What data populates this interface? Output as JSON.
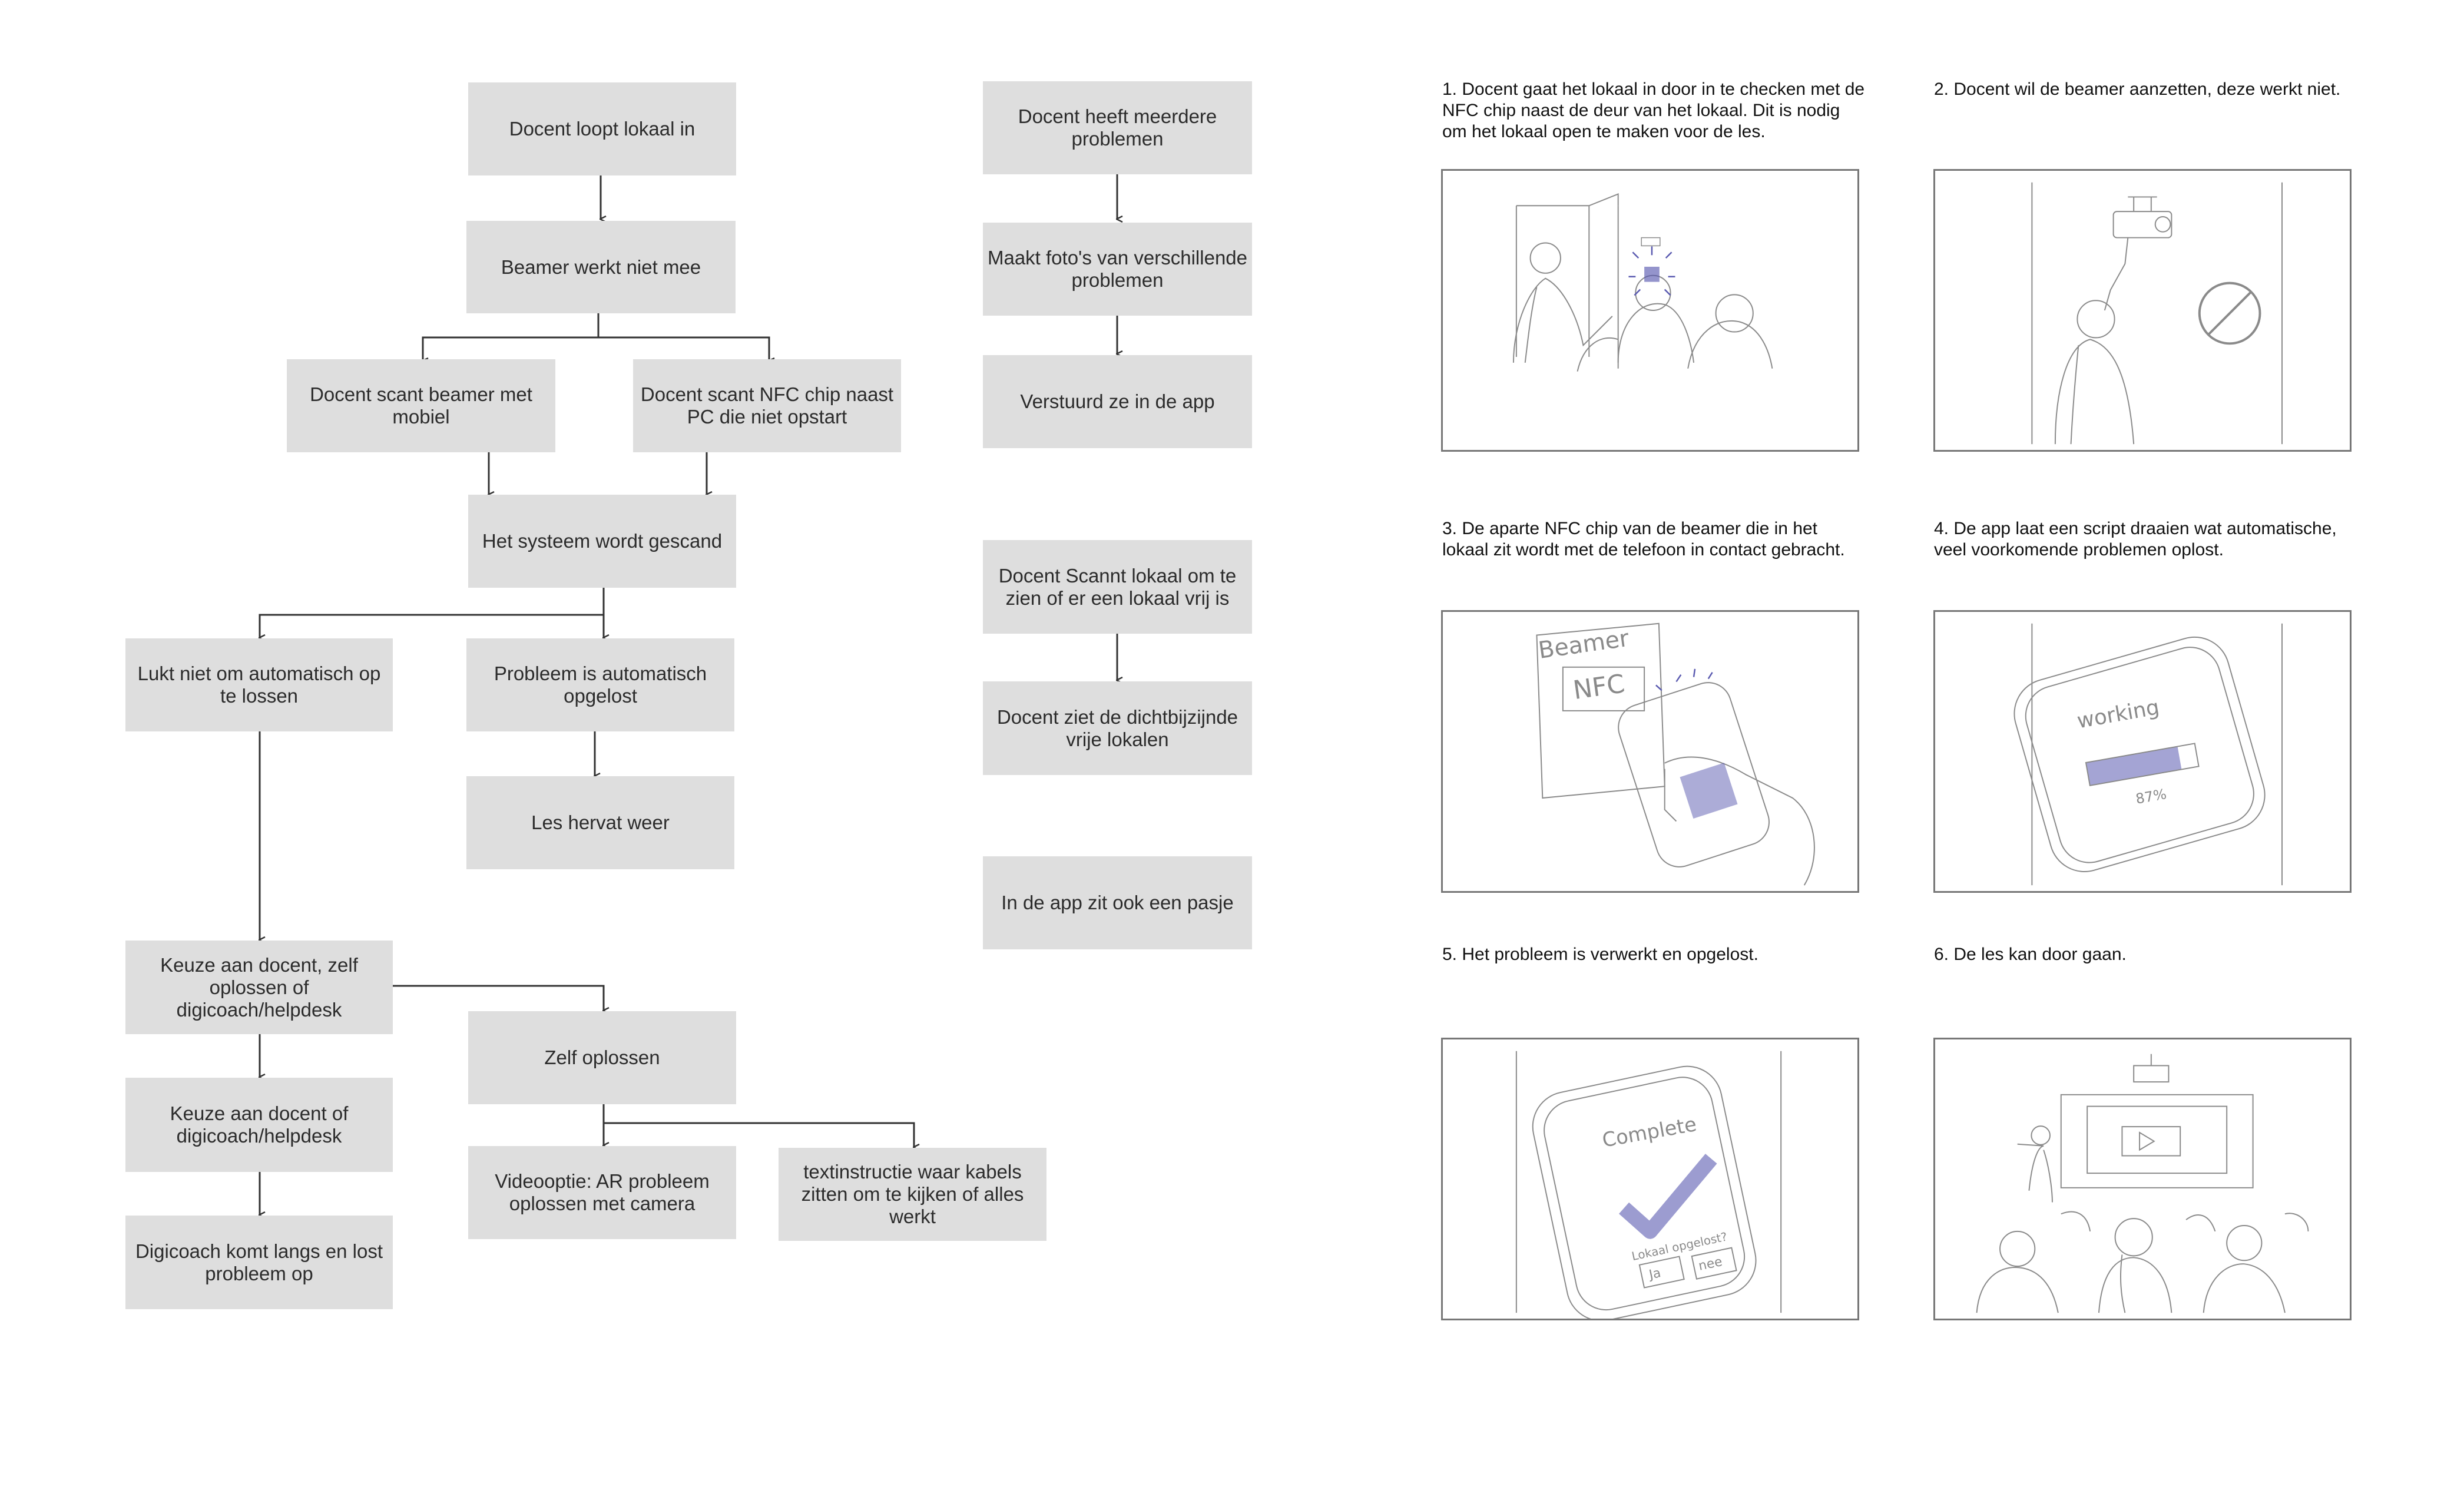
{
  "flowchart": {
    "nodes": {
      "docent_loopt": "Docent loopt lokaal in",
      "beamer_werkt_niet": "Beamer werkt niet mee",
      "scant_beamer": "Docent scant beamer met mobiel",
      "scant_nfc": "Docent scant NFC chip naast PC die niet opstart",
      "systeem_gescand": "Het systeem wordt gescand",
      "lukt_niet": "Lukt niet om automatisch op te lossen",
      "probleem_opgelost": "Probleem is automatisch opgelost",
      "les_hervat": "Les hervat weer",
      "keuze_zelf": "Keuze aan docent, zelf oplossen of digicoach/helpdesk",
      "keuze_digicoach": "Keuze aan docent of digicoach/helpdesk",
      "digicoach_komt": "Digicoach komt langs en lost probleem op",
      "zelf_oplossen": "Zelf oplossen",
      "videooptie": "Videooptie: AR probleem oplossen met camera",
      "textinstructie": "textinstructie waar kabels zitten om te kijken of alles werkt",
      "meerdere_problemen": "Docent heeft meerdere problemen",
      "maakt_fotos": "Maakt foto's van verschillende problemen",
      "verstuurd": "Verstuurd ze in de app",
      "scannt_lokaal": "Docent Scannt lokaal om te zien of er een lokaal vrij is",
      "ziet_lokalen": "Docent ziet de dichtbijzijnde vrije lokalen",
      "pasje": "In de app zit ook een pasje"
    }
  },
  "storyboard": {
    "panels": [
      {
        "caption": "1. Docent gaat het lokaal in door in te checken met de NFC chip naast de deur van het lokaal. Dit is nodig om het lokaal open te maken voor de les."
      },
      {
        "caption": "2. Docent wil de beamer aanzetten, deze werkt niet."
      },
      {
        "caption": "3. De aparte NFC chip van de beamer die in het lokaal zit wordt met de telefoon in contact gebracht.",
        "sketch_text": [
          "Beamer",
          "NFC"
        ]
      },
      {
        "caption": "4. De app laat een script draaien wat automatische, veel voorkomende problemen oplost.",
        "sketch_text": [
          "working",
          "87%"
        ]
      },
      {
        "caption": "5. Het probleem is verwerkt en opgelost.",
        "sketch_text": [
          "Complete",
          "Lokaal opgelost?",
          "Ja",
          "nee"
        ]
      },
      {
        "caption": "6. De les kan door gaan."
      }
    ]
  },
  "colors": {
    "node_fill": "#dedede",
    "node_text": "#2b2b2b",
    "connector": "#333333",
    "sketch_ink": "#8a8a8a",
    "sketch_accent": "#5a5ab0"
  }
}
